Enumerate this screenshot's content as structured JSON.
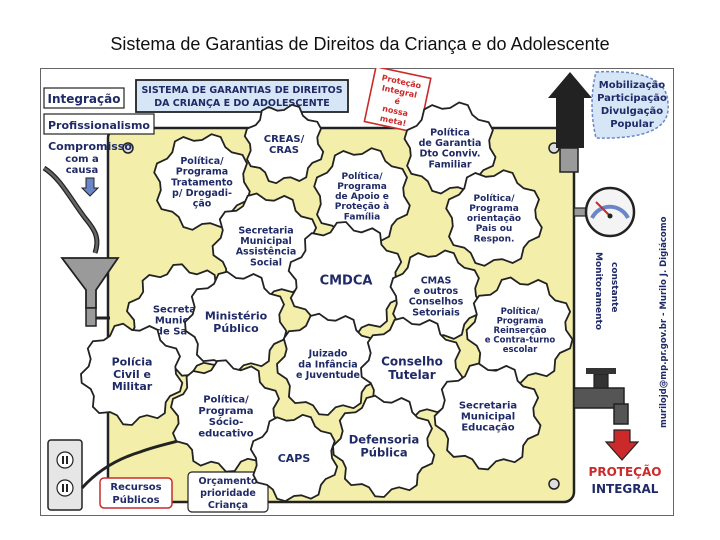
{
  "page": {
    "title": "Sistema de Garantias de Direitos da Criança e do Adolescente"
  },
  "colors": {
    "panel": "#f3efaa",
    "gear": "#ffffff",
    "navy": "#1f2a66",
    "red": "#cc2a2a",
    "blue_banner": "#d6e6f7",
    "gray_metal": "#9a9a9a"
  },
  "banner": {
    "line1": "SISTEMA DE GARANTIAS DE DIREITOS",
    "line2": "DA CRIANÇA E DO ADOLESCENTE"
  },
  "stamp": {
    "lines": [
      "Proteção",
      "Integral",
      "é",
      "nossa",
      "meta!"
    ]
  },
  "left_labels": {
    "integracao": "Integração",
    "profissionalismo": "Profissionalismo",
    "compromisso_1": "Compromisso",
    "compromisso_2": "com a",
    "compromisso_3": "causa"
  },
  "right_top": {
    "lines": [
      "Mobilização",
      "Participação",
      "Divulgação",
      "Popular"
    ]
  },
  "monitor": {
    "left_col": "Monitoramento",
    "right_col": "constante"
  },
  "side_credit": "murilojd@mp.pr.gov.br - Murilo J. Digiácomo",
  "output_label": {
    "line1": "PROTEÇÃO",
    "line2": "INTEGRAL"
  },
  "bottom_labels": {
    "recursos_1": "Recursos",
    "recursos_2": "Públicos",
    "orcamento_1": "Orçamento",
    "orcamento_2": "prioridade",
    "orcamento_3": "Criança"
  },
  "gears": [
    {
      "lines": [
        "Política/",
        "Programa",
        "Tratamento",
        "p/ Drogadi-",
        "ção"
      ]
    },
    {
      "lines": [
        "CREAS/",
        "CRAS"
      ]
    },
    {
      "lines": [
        "Política/",
        "Programa",
        "de Apoio e",
        "Proteção à",
        "Família"
      ]
    },
    {
      "lines": [
        "Política",
        "de Garantia",
        "Dto Conviv.",
        "Familiar"
      ]
    },
    {
      "lines": [
        "Secretaria",
        "Municipal",
        "Assistência",
        "Social"
      ]
    },
    {
      "lines": [
        "Política/",
        "Programa",
        "orientação",
        "Pais ou",
        "Respon."
      ]
    },
    {
      "lines": [
        "Secretaria",
        "Municipal",
        "de Saúde"
      ]
    },
    {
      "lines": [
        "CMDCA"
      ]
    },
    {
      "lines": [
        "CMAS",
        "e outros",
        "Conselhos",
        "Setoriais"
      ]
    },
    {
      "lines": [
        "Ministério",
        "Público"
      ]
    },
    {
      "lines": [
        "Política/",
        "Programa",
        "Reinserção",
        "e Contra-turno",
        "escolar"
      ]
    },
    {
      "lines": [
        "Polícia",
        "Civil e",
        "Militar"
      ]
    },
    {
      "lines": [
        "Juizado",
        "da Infância",
        "e Juventude"
      ]
    },
    {
      "lines": [
        "Conselho",
        "Tutelar"
      ]
    },
    {
      "lines": [
        "Política/",
        "Programa",
        "Sócio-",
        "educativo"
      ]
    },
    {
      "lines": [
        "Secretaria",
        "Municipal",
        "Educação"
      ]
    },
    {
      "lines": [
        "CAPS"
      ]
    },
    {
      "lines": [
        "Defensoria",
        "Pública"
      ]
    }
  ]
}
